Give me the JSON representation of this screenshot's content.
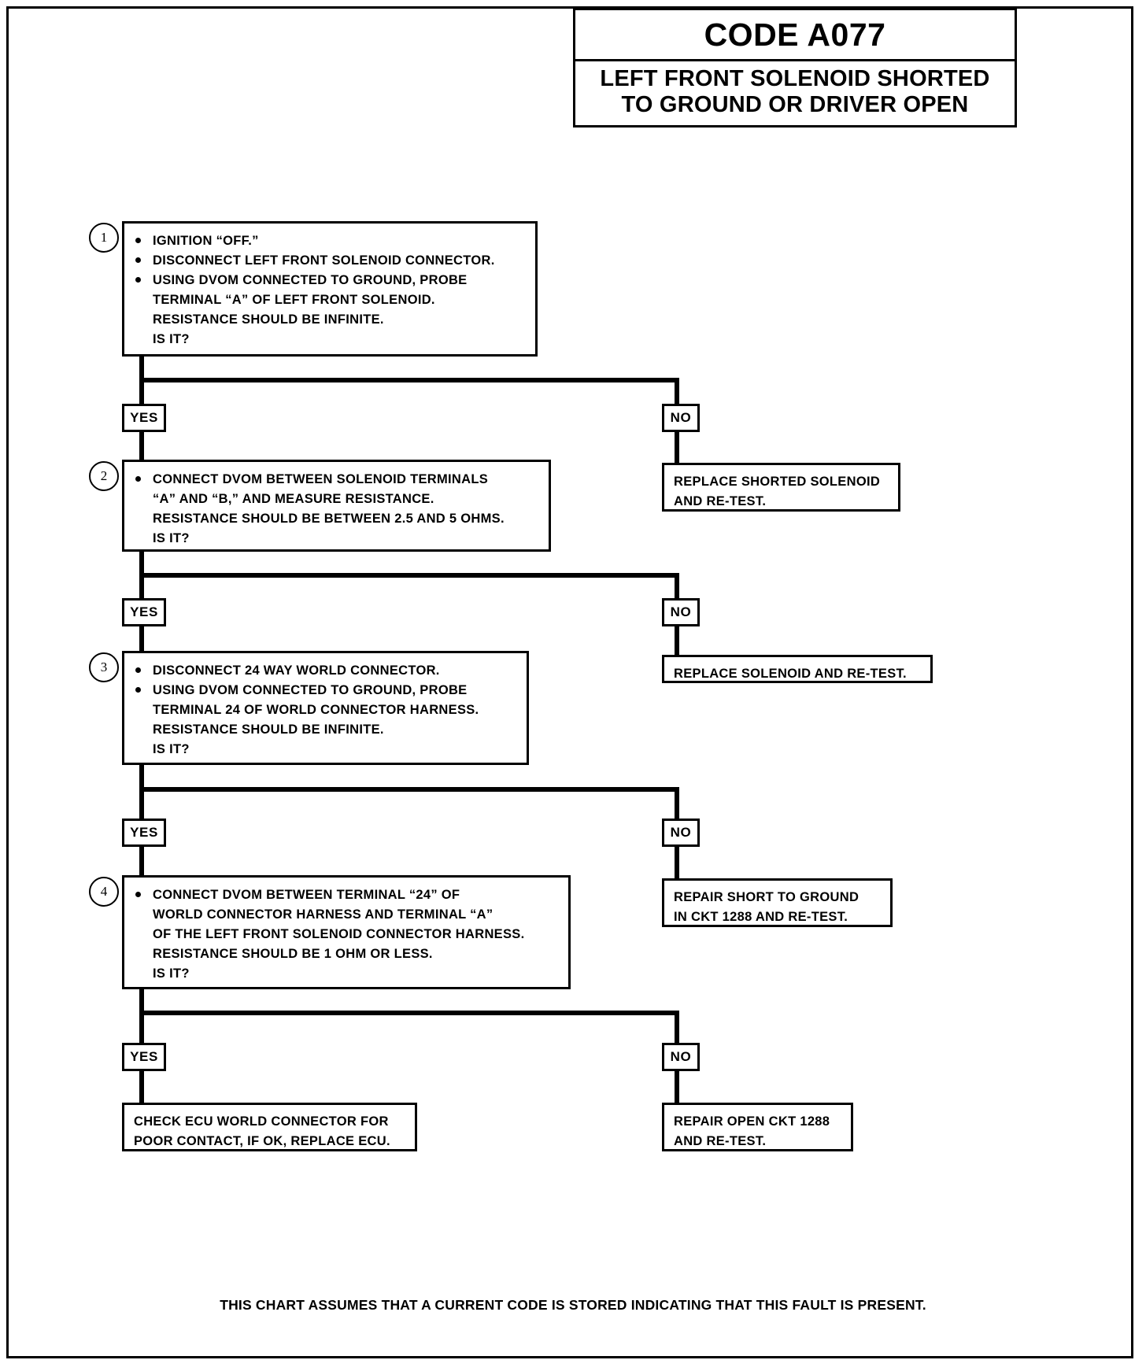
{
  "title": {
    "code": "CODE A077",
    "description_line1": "LEFT FRONT SOLENOID SHORTED",
    "description_line2": "TO GROUND OR DRIVER OPEN"
  },
  "steps": [
    {
      "number": "1",
      "lines": [
        {
          "bullet": true,
          "text": "IGNITION “OFF.”"
        },
        {
          "bullet": true,
          "text": "DISCONNECT LEFT FRONT SOLENOID CONNECTOR."
        },
        {
          "bullet": true,
          "text": "USING DVOM CONNECTED TO GROUND, PROBE"
        },
        {
          "bullet": false,
          "text": "TERMINAL “A” OF LEFT FRONT SOLENOID."
        },
        {
          "bullet": false,
          "text": "RESISTANCE SHOULD BE INFINITE."
        },
        {
          "bullet": false,
          "text": "IS IT?"
        }
      ]
    },
    {
      "number": "2",
      "lines": [
        {
          "bullet": true,
          "text": "CONNECT DVOM BETWEEN SOLENOID TERMINALS"
        },
        {
          "bullet": false,
          "text": "“A” AND “B,” AND MEASURE RESISTANCE."
        },
        {
          "bullet": false,
          "text": "RESISTANCE SHOULD BE BETWEEN 2.5 AND 5 OHMS."
        },
        {
          "bullet": false,
          "text": "IS IT?"
        }
      ]
    },
    {
      "number": "3",
      "lines": [
        {
          "bullet": true,
          "text": "DISCONNECT 24 WAY WORLD CONNECTOR."
        },
        {
          "bullet": true,
          "text": "USING DVOM CONNECTED TO GROUND, PROBE"
        },
        {
          "bullet": false,
          "text": "TERMINAL 24 OF WORLD CONNECTOR HARNESS."
        },
        {
          "bullet": false,
          "text": "RESISTANCE SHOULD BE INFINITE."
        },
        {
          "bullet": false,
          "text": "IS IT?"
        }
      ]
    },
    {
      "number": "4",
      "lines": [
        {
          "bullet": true,
          "text": "CONNECT DVOM BETWEEN TERMINAL “24” OF"
        },
        {
          "bullet": false,
          "text": "WORLD CONNECTOR HARNESS AND TERMINAL “A”"
        },
        {
          "bullet": false,
          "text": "OF THE LEFT FRONT SOLENOID CONNECTOR HARNESS."
        },
        {
          "bullet": false,
          "text": "RESISTANCE SHOULD BE 1 OHM OR LESS."
        },
        {
          "bullet": false,
          "text": "IS IT?"
        }
      ]
    }
  ],
  "branches": {
    "yes": "YES",
    "no": "NO"
  },
  "outcomes": [
    {
      "id": "replace-shorted-solenoid",
      "lines": [
        "REPLACE SHORTED SOLENOID",
        "AND RE-TEST."
      ]
    },
    {
      "id": "replace-solenoid",
      "lines": [
        "REPLACE SOLENOID AND RE-TEST."
      ]
    },
    {
      "id": "repair-short-to-ground",
      "lines": [
        "REPAIR SHORT TO GROUND",
        "IN CKT 1288 AND RE-TEST."
      ]
    },
    {
      "id": "repair-open-ckt",
      "lines": [
        "REPAIR OPEN CKT 1288",
        "AND RE-TEST."
      ]
    },
    {
      "id": "check-ecu-world-connector",
      "lines": [
        "CHECK ECU WORLD CONNECTOR FOR",
        "POOR CONTACT, IF OK, REPLACE ECU."
      ]
    }
  ],
  "footer": {
    "note": "THIS CHART ASSUMES THAT A CURRENT CODE IS STORED INDICATING THAT THIS FAULT IS PRESENT."
  }
}
